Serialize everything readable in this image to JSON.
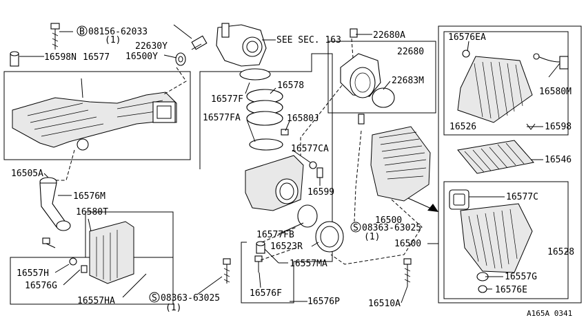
{
  "diagram": {
    "code": "A165A 0341",
    "labels": {
      "b_bolt": "08156-62033",
      "b_bolt_qty": "(1)",
      "p16598N": "16598N",
      "p16577": "16577",
      "p22630Y": "22630Y",
      "p16500Y": "16500Y",
      "see_sec": "SEE SEC. 163",
      "p22680A": "22680A",
      "p22680": "22680",
      "p22683M": "22683M",
      "p16576EA": "16576EA",
      "p16580M": "16580M",
      "p16526": "16526",
      "p16598": "16598",
      "p16546": "16546",
      "p16577F": "16577F",
      "p16578": "16578",
      "p16577FA": "16577FA",
      "p16580J": "16580J",
      "p16577CA": "16577CA",
      "p16599": "16599",
      "p16505A": "16505A",
      "p16576M": "16576M",
      "p16580T": "16580T",
      "p16557H": "16557H",
      "p16576G": "16576G",
      "p16557HA": "16557HA",
      "p16577FB": "16577FB",
      "p16523R": "16523R",
      "p16557MA": "16557MA",
      "p16576F": "16576F",
      "s_bolt1": "08363-63025",
      "s_bolt1_qty": "(1)",
      "s_bolt2": "08363-63025",
      "s_bolt2_qty": "(1)",
      "p16576P": "16576P",
      "p16500a": "16500",
      "p16500b": "16500",
      "p16577C": "16577C",
      "p16528": "16528",
      "p16557G": "16557G",
      "p16576E": "16576E",
      "p16510A": "16510A",
      "circle_b": "B",
      "circle_s": "S"
    }
  }
}
